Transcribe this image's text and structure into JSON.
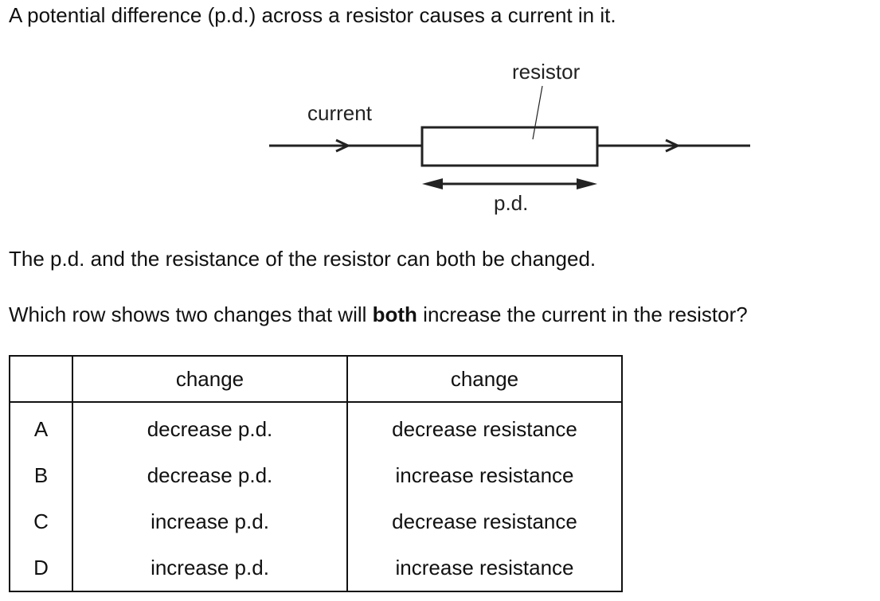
{
  "intro": "A potential difference (p.d.) across a resistor causes a current in it.",
  "diagram": {
    "resistor_label": "resistor",
    "current_label": "current",
    "pd_label": "p.d."
  },
  "statement": "The p.d. and the resistance of the resistor can both be changed.",
  "question": {
    "before": "Which row shows two changes that will ",
    "bold": "both",
    "after": " increase the current in the resistor?"
  },
  "table": {
    "headers": [
      "",
      "change",
      "change"
    ],
    "rows": [
      {
        "letter": "A",
        "change1": "decrease p.d.",
        "change2": "decrease resistance"
      },
      {
        "letter": "B",
        "change1": "decrease p.d.",
        "change2": "increase resistance"
      },
      {
        "letter": "C",
        "change1": "increase p.d.",
        "change2": "decrease resistance"
      },
      {
        "letter": "D",
        "change1": "increase p.d.",
        "change2": "increase resistance"
      }
    ]
  }
}
